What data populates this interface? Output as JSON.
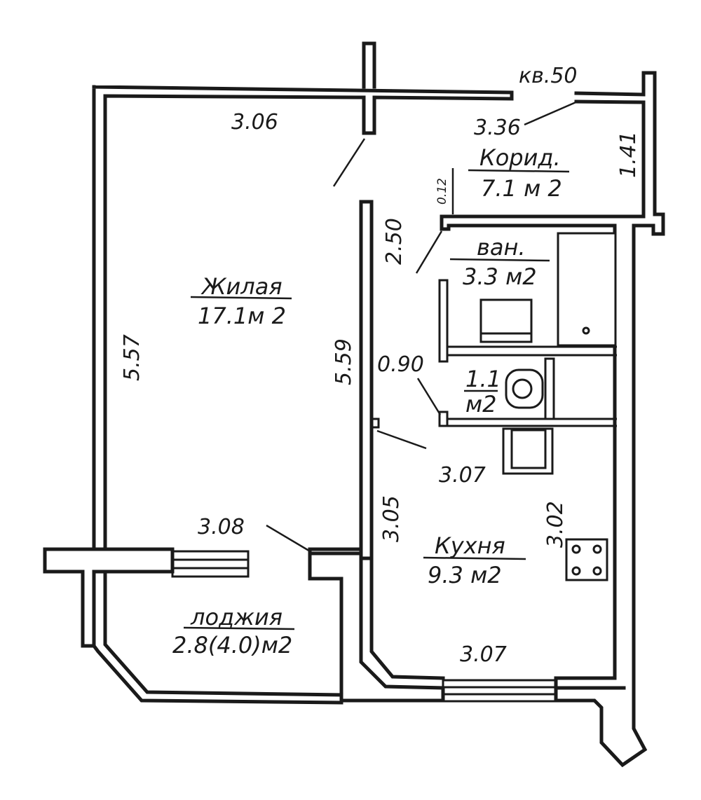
{
  "apartment": {
    "number_label": "кв.50"
  },
  "rooms": {
    "living": {
      "name": "Жилая",
      "area": "17.1м 2"
    },
    "corridor": {
      "name": "Корид.",
      "area": "7.1 м 2"
    },
    "bathroom": {
      "name": "ван.",
      "area": "3.3 м2"
    },
    "toilet": {
      "area_value": "1.1",
      "area_unit": "м2"
    },
    "kitchen": {
      "name": "Кухня",
      "area": "9.3 м2"
    },
    "loggia": {
      "name": "лоджия",
      "area": "2.8(4.0)м2"
    }
  },
  "dimensions": {
    "living_top": "3.06",
    "living_left": "5.57",
    "living_right": "5.59",
    "living_bottom": "3.08",
    "corridor_width": "3.36",
    "corridor_depth": "1.41",
    "corridor_partition": "2.50",
    "wall_thickness": "0.12",
    "toilet_width": "0.90",
    "kitchen_top": "3.07",
    "kitchen_left": "3.05",
    "kitchen_right": "3.02",
    "kitchen_bottom": "3.07"
  }
}
